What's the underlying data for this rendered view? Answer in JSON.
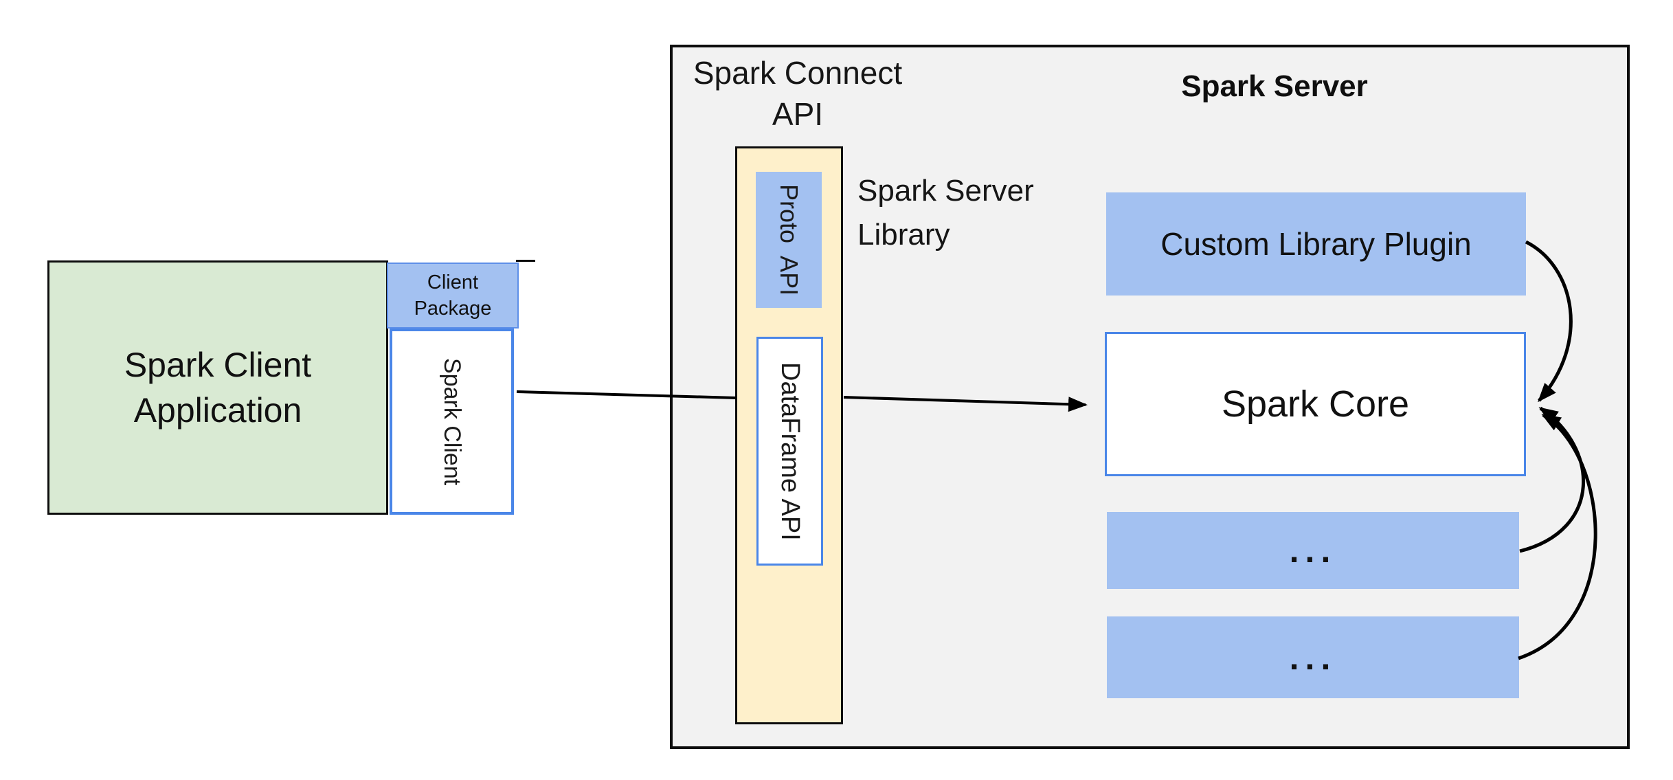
{
  "client": {
    "app": {
      "line1": "Spark Client",
      "line2": "Application"
    },
    "package": {
      "line1": "Client",
      "line2": "Package"
    },
    "client_box_label": "Spark Client"
  },
  "connect": {
    "title": {
      "line1": "Spark Connect",
      "line2": "API"
    },
    "proto_api_label": "Proto API",
    "dataframe_api_label": "DataFrame API",
    "library": {
      "line1": "Spark Server",
      "line2": "Library"
    }
  },
  "server": {
    "title": "Spark Server",
    "plugin_label": "Custom Library Plugin",
    "core_label": "Spark Core",
    "dots_boxes": [
      "...",
      "..."
    ]
  },
  "colors": {
    "green_fill": "#D9EAD3",
    "blue_fill": "#A3C1F1",
    "yellow_fill": "#FEF0CB",
    "gray_fill": "#F2F2F2",
    "blue_border": "#4A86E8",
    "line_color": "#000000",
    "text_color": "#141414"
  }
}
